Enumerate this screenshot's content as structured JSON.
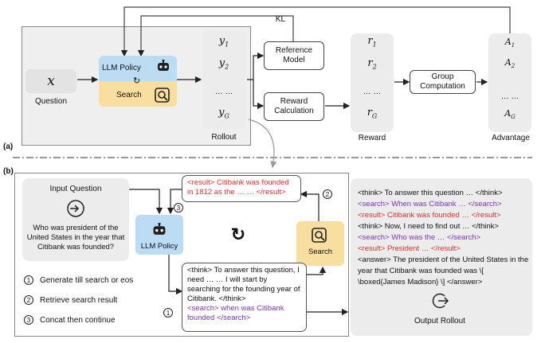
{
  "part_a": {
    "label": "(a)",
    "kl": "KL",
    "question_symbol": "x",
    "question_label": "Question",
    "llm_policy": "LLM Policy",
    "search": "Search",
    "rollout_items": [
      "y",
      "y",
      "… …",
      "y"
    ],
    "rollout_subs": [
      "1",
      "2",
      "",
      "G"
    ],
    "rollout_label": "Rollout",
    "reference_model": "Reference Model",
    "reward_calculation": "Reward Calculation",
    "reward_items": [
      "r",
      "r",
      "… …",
      "r"
    ],
    "reward_subs": [
      "1",
      "2",
      "",
      "G"
    ],
    "reward_label": "Reward",
    "group_computation": "Group Computation",
    "advantage_items": [
      "A",
      "A",
      "… …",
      "A"
    ],
    "advantage_subs": [
      "1",
      "2",
      "",
      "G"
    ],
    "advantage_label": "Advantage"
  },
  "part_b": {
    "label": "(b)",
    "input_question_title": "Input Question",
    "input_question_text": "Who was president of the United States in the year that Citibank was founded?",
    "llm_policy": "LLM Policy",
    "search": "Search",
    "result_box": {
      "open": "<result>",
      "text": " Citibank was founded in 1812 as the … … ",
      "close": "</result>"
    },
    "think_box": {
      "think_open": "<think>",
      "think_text": " To answer this question, I need … …  I will start by searching for the founding year of Citibank. ",
      "think_close": "</think>",
      "search_line": "<search> when was Citibank founded </search>"
    },
    "steps": [
      {
        "num": "1",
        "text": "Generate till search or eos"
      },
      {
        "num": "2",
        "text": "Retrieve search result"
      },
      {
        "num": "3",
        "text": "Concat then continue"
      }
    ],
    "markers": [
      "1",
      "2",
      "3"
    ],
    "output_rollout": {
      "lines": [
        {
          "color": "black",
          "text": "<think> To answer this question … </think>"
        },
        {
          "color": "purple",
          "text": "<search> When was Citibank … </search>"
        },
        {
          "color": "red",
          "text": "<result> Citibank was founded … </result>"
        },
        {
          "color": "black",
          "text": "<think> Now, I need to find out … </think>"
        },
        {
          "color": "purple",
          "text": "<search> Who was the … </search>"
        },
        {
          "color": "red",
          "text": "<result>  President … </result>"
        },
        {
          "color": "black",
          "text": "<answer> The president of the United States in the year that Citibank was founded was \\[ \\boxed{James Madison} \\] </answer>"
        }
      ],
      "label": "Output Rollout"
    }
  }
}
